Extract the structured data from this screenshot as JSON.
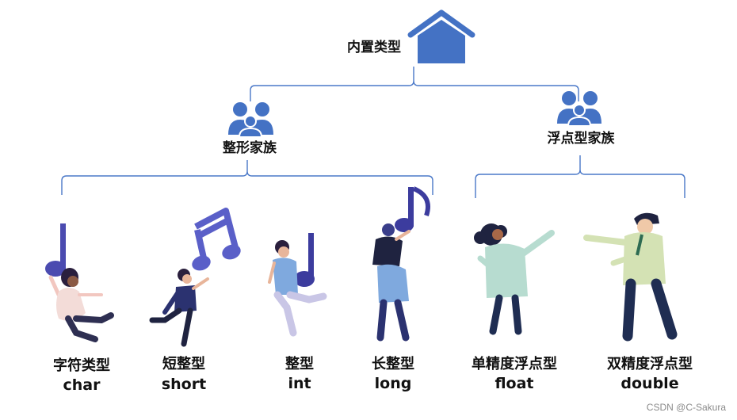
{
  "root": {
    "label": "内置类型",
    "icon": "house-icon"
  },
  "families": [
    {
      "label": "整形家族",
      "icon": "user-group-icon"
    },
    {
      "label": "浮点型家族",
      "icon": "user-group-icon"
    }
  ],
  "types": [
    {
      "cn": "字符类型",
      "en": "char",
      "family": "整形家族"
    },
    {
      "cn": "短整型",
      "en": "short",
      "family": "整形家族"
    },
    {
      "cn": "整型",
      "en": "int",
      "family": "整形家族"
    },
    {
      "cn": "长整型",
      "en": "long",
      "family": "整形家族"
    },
    {
      "cn": "单精度浮点型",
      "en": "float",
      "family": "浮点型家族"
    },
    {
      "cn": "双精度浮点型",
      "en": "double",
      "family": "浮点型家族"
    }
  ],
  "watermark": "CSDN @C-Sakura",
  "colors": {
    "icon_blue": "#4472c4",
    "bracket": "#4a78c8",
    "note_purple": "#4b4bb0",
    "note_purple_light": "#6a6fd0",
    "text": "#111111"
  }
}
